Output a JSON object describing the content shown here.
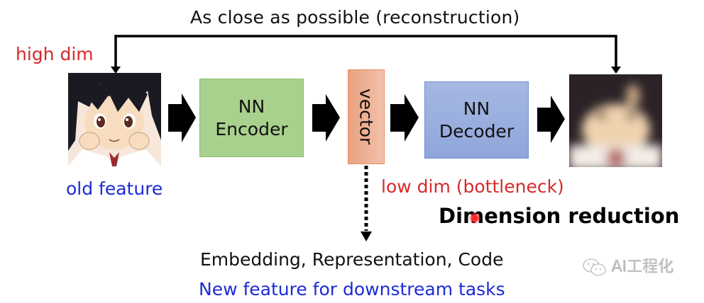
{
  "diagram": {
    "title": "As close as possible  (reconstruction)",
    "input": {
      "label_top": "high dim",
      "label_bottom": "old feature",
      "image": "anime-girl-original-image"
    },
    "encoder": {
      "line1": "NN",
      "line2": "Encoder"
    },
    "vector": {
      "label": "vector",
      "annotation": "low dim (bottleneck)"
    },
    "decoder": {
      "line1": "NN",
      "line2": "Decoder"
    },
    "output": {
      "image": "anime-girl-reconstructed-blurry-image"
    },
    "caption_bold": "Dimension reduction",
    "embedding_line": "Embedding, Representation, Code",
    "new_feature_line": "New feature for downstream tasks"
  },
  "watermark": {
    "icon": "wechat-icon",
    "text": "AI工程化"
  },
  "colors": {
    "red_text": "#d42a2a",
    "blue_text": "#1c2bd6",
    "encoder_fill": "#a9d18e",
    "decoder_fill": "#8fa6db",
    "vector_fill": "#e9a17f"
  }
}
